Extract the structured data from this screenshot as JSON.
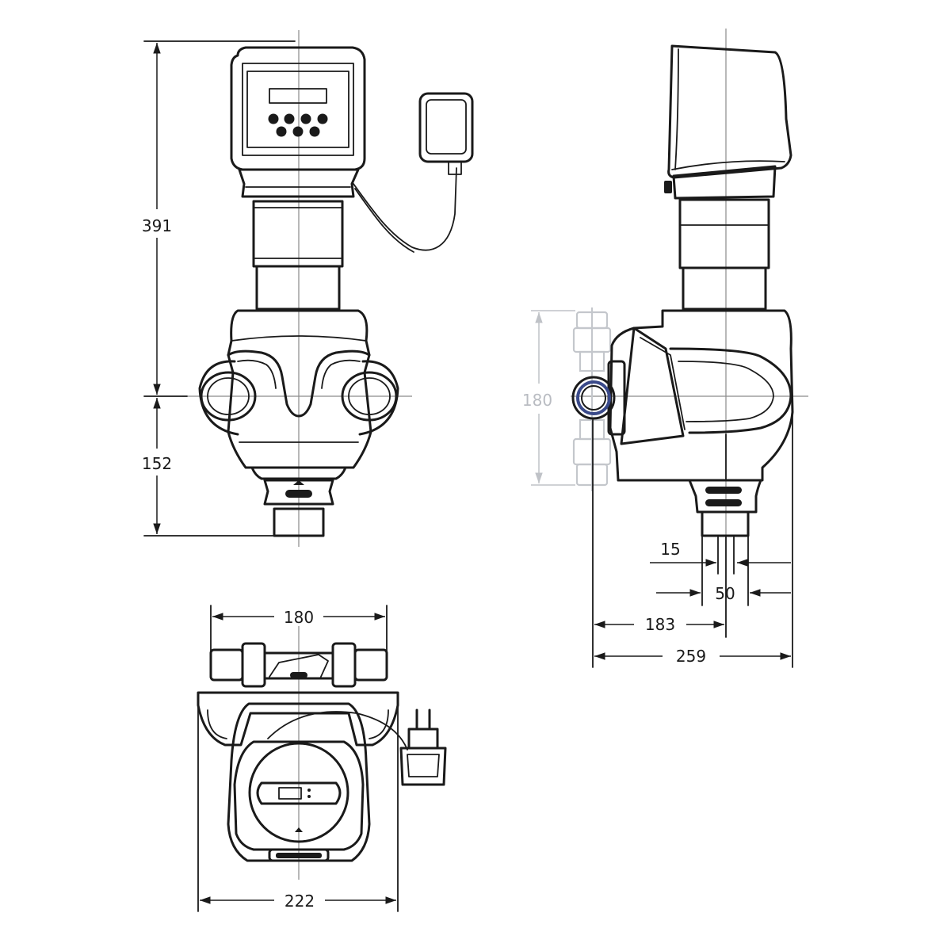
{
  "dimensions": {
    "front_height_total": "391",
    "front_height_lower": "152",
    "side_pipe_height": "180",
    "side_offset_small": "15",
    "side_outlet_width": "50",
    "side_depth_to_axis": "183",
    "side_depth_total": "259",
    "top_width_connections": "180",
    "top_width_body": "222"
  },
  "colors": {
    "ink": "#1a1a1a",
    "faded": "#bfc2c7",
    "accent_ring": "#3a4a8a"
  }
}
